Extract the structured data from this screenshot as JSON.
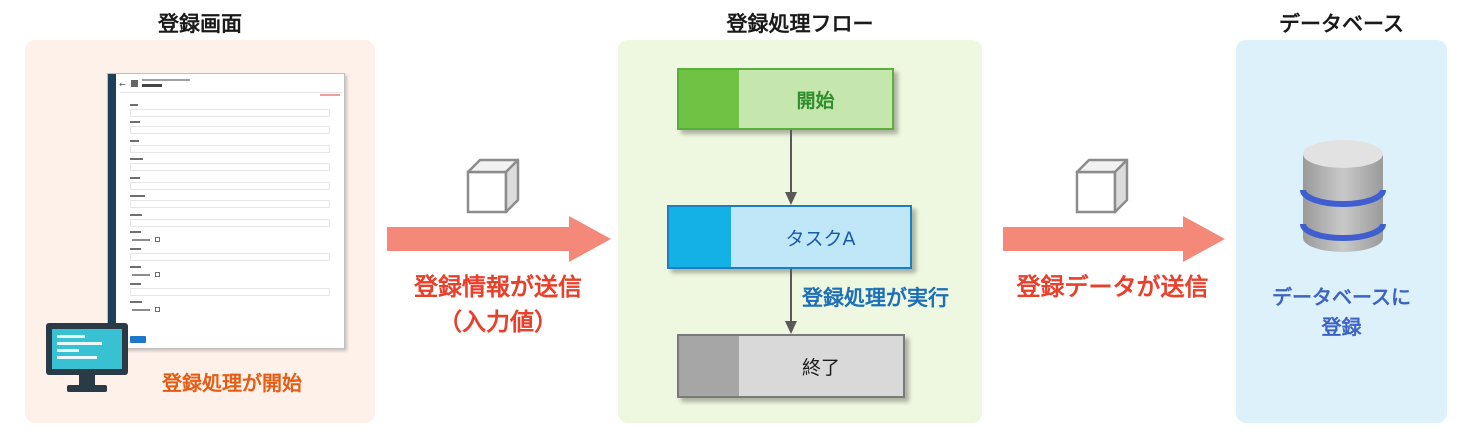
{
  "headings": {
    "screen": "登録画面",
    "flow": "登録処理フロー",
    "database": "データベース"
  },
  "screen": {
    "start_caption": "登録処理が開始"
  },
  "arrow1": {
    "label_line1": "登録情報が送信",
    "label_line2": "（入力値）"
  },
  "flow": {
    "start_label": "開始",
    "task_label": "タスクA",
    "end_label": "終了",
    "exec_caption": "登録処理が実行"
  },
  "arrow2": {
    "label": "登録データが送信"
  },
  "database": {
    "caption": "データベースに登録"
  },
  "colors": {
    "arrow": "#f4897a",
    "start_text": "#2f8f2f",
    "task_text": "#1b5aa8",
    "exec_text": "#1c6fb8",
    "db_text": "#3d63c4",
    "start_caption": "#e65c14",
    "arrow_text": "#e8402b"
  },
  "icons": [
    "cube-icon",
    "monitor-icon",
    "database-icon",
    "arrow-right-icon",
    "arrow-down-icon"
  ]
}
